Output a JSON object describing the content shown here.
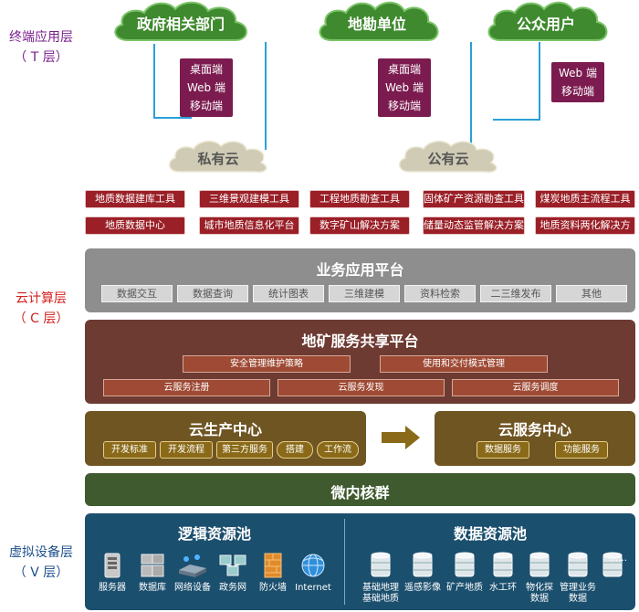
{
  "layers": {
    "terminal": {
      "name": "终端应用层",
      "code": "（ T 层）"
    },
    "cloud": {
      "name": "云计算层",
      "code": "（ C 层）"
    },
    "virtual": {
      "name": "虚拟设备层",
      "code": "（ V 层）"
    }
  },
  "users": {
    "gov": "政府相关部门",
    "survey": "地勘单位",
    "public": "公众用户"
  },
  "platforms": {
    "gov": [
      "桌面端",
      "Web 端",
      "移动端"
    ],
    "survey": [
      "桌面端",
      "Web 端",
      "移动端"
    ],
    "public": [
      "Web 端",
      "移动端"
    ]
  },
  "clouds": {
    "private": "私有云",
    "public": "公有云"
  },
  "tools": {
    "row1": [
      "地质数据建库工具",
      "三维景观建模工具",
      "工程地质勘查工具",
      "固体矿产资源勘查工具",
      "煤炭地质主流程工具"
    ],
    "row2": [
      "地质数据中心",
      "城市地质信息化平台",
      "数字矿山解决方案",
      "储量动态监管解决方案",
      "地质资料两化解决方案"
    ]
  },
  "business_platform": {
    "title": "业务应用平台",
    "items": [
      "数据交互",
      "数据查询",
      "统计图表",
      "三维建模",
      "资料检索",
      "二三维发布",
      "其他"
    ]
  },
  "service_platform": {
    "title": "地矿服务共享平台",
    "row1": [
      "安全管理维护策略",
      "使用和交付模式管理"
    ],
    "row2": [
      "云服务注册",
      "云服务发现",
      "云服务调度"
    ]
  },
  "production_center": {
    "title": "云生产中心",
    "items": [
      "开发标准",
      "开发流程",
      "第三方服务",
      "搭建",
      "工作流"
    ]
  },
  "service_center": {
    "title": "云服务中心",
    "items": [
      "数据服务",
      "功能服务"
    ]
  },
  "microkernel": {
    "title": "微内核群"
  },
  "logic_pool": {
    "title": "逻辑资源池",
    "items": [
      {
        "label": "服务器",
        "icon": "server-icon"
      },
      {
        "label": "数据库",
        "icon": "database-icon"
      },
      {
        "label": "网络设备",
        "icon": "network-device-icon"
      },
      {
        "label": "政务网",
        "icon": "gov-network-icon"
      },
      {
        "label": "防火墙",
        "icon": "firewall-icon"
      },
      {
        "label": "Internet",
        "icon": "internet-globe-icon"
      }
    ]
  },
  "data_pool": {
    "title": "数据资源池",
    "items": [
      {
        "label": "基础地理\n基础地质",
        "icon": "storage-icon"
      },
      {
        "label": "遥感影像",
        "icon": "storage-icon"
      },
      {
        "label": "矿产地质",
        "icon": "storage-icon"
      },
      {
        "label": "水工环",
        "icon": "storage-icon"
      },
      {
        "label": "物化探\n数据",
        "icon": "storage-icon"
      },
      {
        "label": "管理业务\n数据",
        "icon": "storage-icon"
      }
    ],
    "more": "……"
  },
  "colors": {
    "layer_terminal": "#7a1f8c",
    "layer_cloud": "#d42020",
    "layer_virtual": "#1d4f8a",
    "platform_box": "#7b1b4f",
    "tool_box": "#9a1f27",
    "business_bg": "#8e8e8e",
    "service_bg": "#6e3b33",
    "production_bg": "#6f5522",
    "microkernel_bg": "#3f5a2e",
    "resource_bg": "#1b4f6e"
  }
}
